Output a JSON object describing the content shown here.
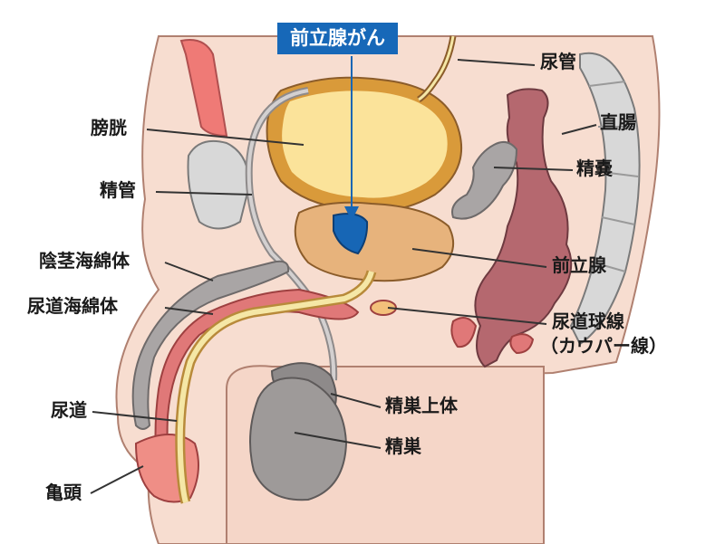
{
  "title_label": "前立腺がん",
  "labels": {
    "urethra_top": "尿管",
    "bladder": "膀胱",
    "rectum": "直腸",
    "vas_deferens": "精管",
    "seminal_vesicle": "精嚢",
    "corpus_cavernosum": "陰茎海綿体",
    "prostate": "前立腺",
    "corpus_spongiosum": "尿道海綿体",
    "bulbourethral_gland_line1": "尿道球線",
    "bulbourethral_gland_line2": "（カウパー線）",
    "urethra": "尿道",
    "epididymis": "精巣上体",
    "testis": "精巣",
    "glans": "亀頭"
  },
  "colors": {
    "skin": "#f7ddd0",
    "skin_outline": "#b08070",
    "bladder_fill": "#fbe39a",
    "bladder_wall": "#d99a3a",
    "prostate_fill": "#e7b37c",
    "cancer": "#1766b5",
    "rectum": "#b5686f",
    "testis": "#9e9a99",
    "penis_red": "#e07878",
    "urethra_yellow": "#f5e7a6",
    "bone": "#d8d8d8",
    "highlight_bg": "#1768b8"
  }
}
